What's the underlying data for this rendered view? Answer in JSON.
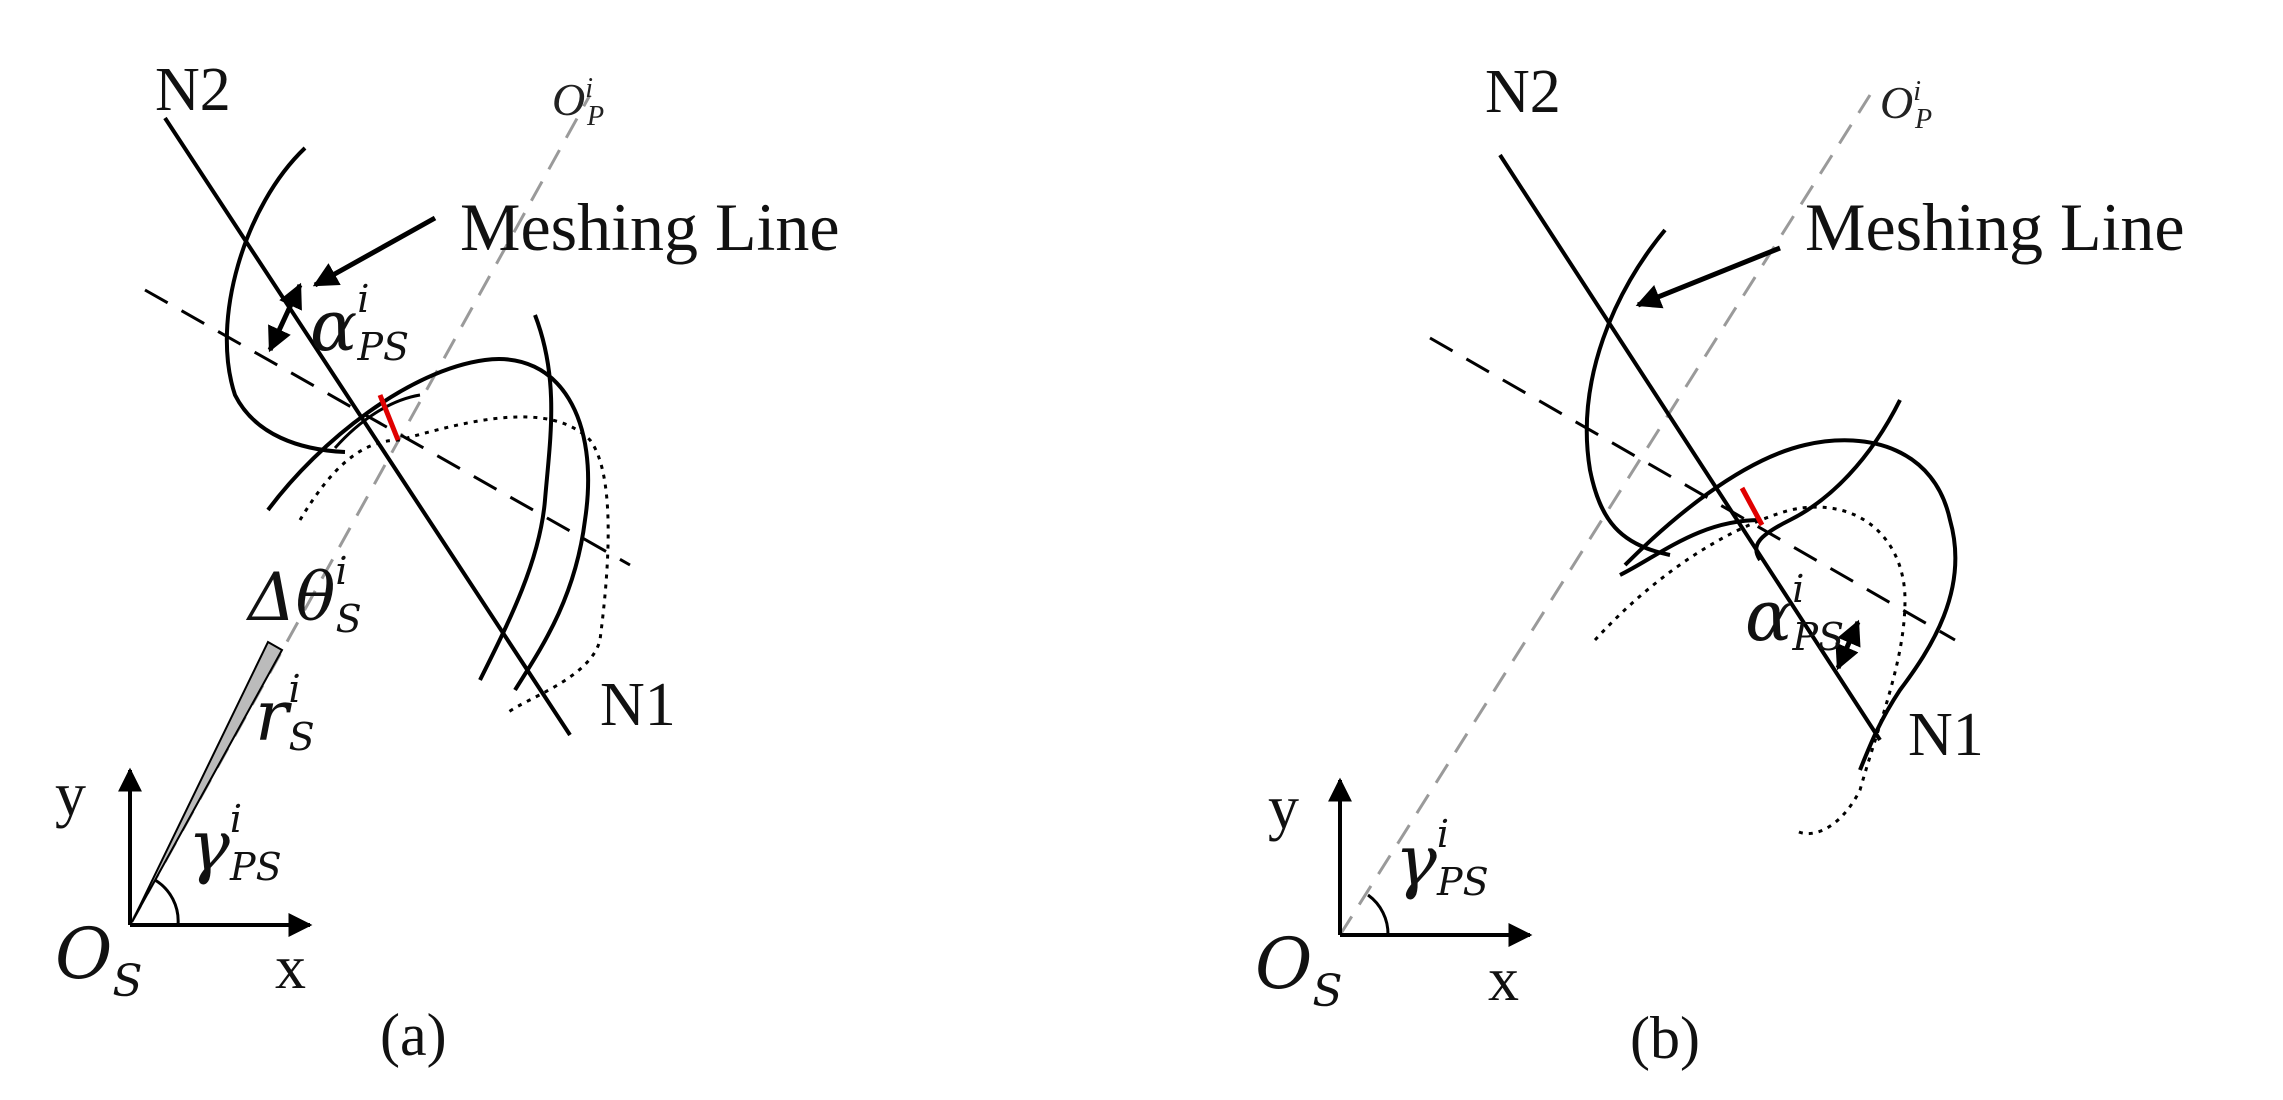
{
  "panels": [
    {
      "id": "a",
      "caption": "(a)",
      "labels": {
        "n2": "N2",
        "n1": "N1",
        "op": "O",
        "op_sup": "i",
        "op_sub": "P",
        "meshing_line": "Meshing Line",
        "alpha": "α",
        "alpha_sup": "i",
        "alpha_sub": "PS",
        "delta_theta": "Δθ",
        "delta_theta_sup": "i",
        "delta_theta_sub": "S",
        "r": "r",
        "r_sup": "i",
        "r_sub": "S",
        "gamma": "γ",
        "gamma_sup": "i",
        "gamma_sub": "PS",
        "y_axis": "y",
        "x_axis": "x",
        "origin": "O",
        "origin_sub": "S"
      }
    },
    {
      "id": "b",
      "caption": "(b)",
      "labels": {
        "n2": "N2",
        "n1": "N1",
        "op": "O",
        "op_sup": "i",
        "op_sub": "P",
        "meshing_line": "Meshing Line",
        "alpha": "α",
        "alpha_sup": "i",
        "alpha_sub": "PS",
        "gamma": "γ",
        "gamma_sup": "i",
        "gamma_sub": "PS",
        "y_axis": "y",
        "x_axis": "x",
        "origin": "O",
        "origin_sub": "S"
      }
    }
  ],
  "colors": {
    "ink": "#000000",
    "construction_line": "#9a9a9a",
    "contact_segment": "#e00000",
    "pin_sector": "#bbbbbb"
  }
}
